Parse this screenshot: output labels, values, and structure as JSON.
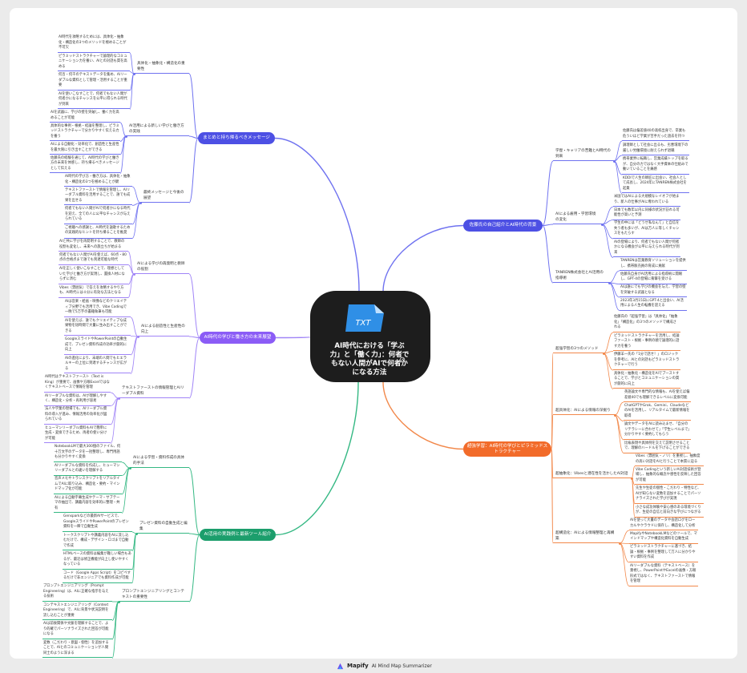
{
  "center": {
    "title": "AI時代における「学ぶ力」と「働く力」：何者でもない人間がAIで何者かになる方法",
    "file_label": "TXT"
  },
  "footer": {
    "brand": "Mapify",
    "tagline": "AI Mind Map Summarizer"
  },
  "colors": {
    "blue": "#4d50e4",
    "purple": "#8b5cf6",
    "green": "#1c9e6c",
    "orange": "#f26b2a",
    "center_bg": "#1d1d1d"
  },
  "branches": [
    {
      "label": "まとめと持ち帰るべきメッセージ",
      "subtopics": [
        {
          "label": "具体化・抽象化・構造化の重要性",
          "leaves": [
            "AI時代を攻略するためには、具体化・抽象化・構造化の3つのメソッドを極めることが不可欠",
            "ピラミッドストラクチャーで論理的なコミュニケーション力を養い、AIとの対話も質を高める",
            "何百・何千のテキストデータを集め、AIリーダブルな資料として管理・活用することが重要",
            "AIを使いこなすことで、何者でもない人間が何者かになるチャンスを公平に得られる時代が到来"
          ]
        },
        {
          "label": "AI活用による新しい学びと働き方の実践",
          "leaves": [
            "AIを武器に、学びの壁を突破し、働く力を高めることが可能",
            "具体的な事例・根拠・結論を整理し、ピラミッドストラクチャーで分かりやすく伝える力を養う",
            "AIによる自動化・効率化で、創造性と生産性を最大限に引き出すことができる",
            "佐藤氏の経験を通じて、AI時代の学びと働き方の未来を体感し、持ち帰るべきメッセージとして伝える"
          ]
        },
        {
          "label": "最終メッセージと今後の展望",
          "leaves": [
            "AI時代の学び方・働き方は、具体化・抽象化・構造化の3つを極めることが鍵",
            "テキストファーストで情報を管理し、AIリーダブル資料を活用することで、誰でも成果を出せる",
            "何者でもない人間がAIで何者かになる時代を迎え、全ての人に公平なチャンスが与えられている",
            "ご視聴への感謝と、AI時代を謳歌するための実践的なヒントを持ち帰ることを推奨"
          ]
        }
      ]
    },
    {
      "label": "AI時代の学びと働き方の未来展望",
      "subtopics": [
        {
          "label": "AIによる学びの再発明と教師の役割",
          "leaves": [
            "AIと共に学びを再発明することで、教師の役割も変化し、未来への旅立ちが始まる",
            "何者でもない人間がAIを使えば、60点・80点の合格点まで誰でも到達可能な時代",
            "AIを正しく使いこなすことで、理想としていた学びと働き方が実現し、置換人材にならずに済む",
            "Vibes（雰囲気）で答えを攻略するやり方も、AI時代には十分に有効な方法となる"
          ]
        },
        {
          "label": "AIによる創造性と生産性の向上",
          "leaves": [
            "AIは音楽・絵画・映像などのクリエイティブ分野でも活用でき、Vibe Codingで一晩で5万字の書籍執筆も可能",
            "AIを使えば、誰でもクリエイティブな成果物を短時間で大量に生み出すことができる",
            "GoogleスライドやPowerPointの自動生成で、プレゼン資料作成の効率が劇的に向上",
            "AIの進化により、末端の人間でもヒエラルキーの上位に到達するチャンスが広がる"
          ]
        },
        {
          "label": "テキストファーストの情報管理とAIリーダブル資料",
          "leaves": [
            "AI時代はテキストファースト（Text is King）が重要で、画像や方眼Excelではなくテキストベースで情報を管理",
            "AIリーダブルな資料は、AIが理解しやすく、構造化・分析・再利用が容易",
            "法人や学業の現場でも、AIリーダブル資料の導入が進み、情報活用の効率化が図られている",
            "ヒューマンリーダブル資料もAIで簡単に生成・変換できるため、両者の使い分けが可能"
          ]
        }
      ]
    },
    {
      "label": "AI活用の実践例と最新ツール紹介",
      "subtopics": [
        {
          "label": "AIによる学習・資料作成の具体的手法",
          "leaves": [
            "NotebookLMで最大300個のファイル、何十万文字のデータを一括整理し、専門用語も分かりやすく変換",
            "AIリーダブルな資料を作成し、ヒューマンリーダブルとの違いを理解する",
            "音声メモやトランスクリプトをリアルタイムでAIに取り込み、構造化・要約・マインドマップ化が可能",
            "AIによる自動字幕生成やテーマ・サブテーマの抽出で、講義内容を効率的に整理・共有"
          ]
        },
        {
          "label": "プレゼン資料の自動生成と編集",
          "leaves": [
            "Gensparkなどの最新AIサービスで、GoogleスライドやPowerPointのプレゼン資料を一瞬で自動生成",
            "トークスクリプトや講義内容をAIに流し込むだけで、構成・デザイン・ロゴまで自動で作成",
            "HTMLベースの資料は編集が難しい場合もあるが、最近は修正機能が向上し使いやすくなっている",
            "コード（Google Apps Script）をコピペするだけで非エンジニアでも資料作成が可能"
          ]
        },
        {
          "label": "プロンプトエンジニアリングとコンテキストの重要性",
          "leaves": [
            "プロンプトエンジニアリング（Prompt Engineering）は、AIに正確な指示を与える技術",
            "コンテキストエンジニアリング（Context Engineering）で、AIに背景や状況説明を流し込むことが重要",
            "AIは前後関係や文脈を理解することで、より的確でパーソナライズされた回答が可能になる",
            "変数（こだわり・意図・個性）を追加することで、AIとのコミュニケーションが人間同士のように深まる"
          ]
        }
      ]
    },
    {
      "label": "佐藤氏の自己紹介とAI時代の背景",
      "subtopics": [
        {
          "label": "学歴・キャリアの苦難とAI時代の到来",
          "leaves": [
            "佐藤氏は偏差値40の高校出身で、卒業も危ういほど学業が苦手だった過去を持つ",
            "調理師として社会に出るも、劣悪環境下の厳しい労働環境に耐えられず退職",
            "携帯業界に転職し、営業成績トップを取るが、自分の力ではなく大手資本の仕組みで動いていることを痛感",
            "KDDIで人生の師匠に出会い、社会人として成長し、2024年にTANREN株式会社を起業"
          ]
        },
        {
          "label": "AIによる雇用・学習環境の変化",
          "leaves": [
            "米国ではAIによる大規模なレイオフが始まり、新人の仕事がAIに奪われている",
            "日本でも数年以内に同様の状況が訪れる可能性が高いと予測",
            "学生の中には「どうせ私なんて」と自信を失う者も多いが、AIは万人に等しくチャンスをもたらす",
            "AIの登場により、何者でもない人間が何者かになる機会が公平に与えられる時代が到来"
          ]
        },
        {
          "label": "TANREN株式会社とAI活用の指導術",
          "leaves": [
            "TANRENは営業教育ソリューションを提供し、携帯販売員の育成に貢献",
            "佐藤氏自身がAI活用による指導術に開眼し、GPT-4の登場に衝撃を受ける",
            "AIは誰にでも学びの機会を与え、学習の壁を突破する武器となる",
            "2023年3月15日にGPT-4と出会い、AI活用による人生の転機を迎える"
          ]
        }
      ]
    },
    {
      "label": "超強学習：AI時代の学びとピラミッドストラクチャー",
      "subtopics": [
        {
          "label": "超強学習の3つのメソッド",
          "leaves": [
            "佐藤氏の「超強学習」は「具体化」「抽象化」「構造化」の3つのメソッドで構成される",
            "ピラミッドストラクチャーを活用し、結論ファースト・根拠・事例の順で論理的に話す力を養う",
            "伊藤羊一氏の「1分で話せ！」のロジックを参考に、AIとの対話もピラミッドストラクチャーで行う",
            "具体化・抽象化・構造化をAIでブーストすることで、学びとコミュニケーションの質が劇的に向上"
          ]
        },
        {
          "label": "超具体化：AIによる情報の深掘り",
          "leaves": [
            "英語論文や専門的な情報も、AIを使えば偏差値40でも理解できるレベルに変換可能",
            "ChatGPTやGrok、Gemini、ClaudeなどのAIを活用し、リアルタイムで最新情報を取得",
            "論文やデータをAIに読み込ませ、「自分のリテラシーに合わせて」「学生レベルまで」分かりやすく要約してもらう",
            "比喩表現や具体例を交えて説明させることで、理解のハードルを下げることができる"
          ]
        },
        {
          "label": "超抽象化：Vibesと潜在性を活かしたAI対話",
          "leaves": [
            "Vibes（雰囲気・ノリ）を重視し、抽象度の高い対話をAIと行うことで本質に迫る",
            "Vibe Codingという新しいAI対話技術が登場し、抽象的な概念や感性を反映した回答が可能",
            "先生や生徒の個性・こだわり・特性など、AIが知らない変数を追加することでパーソナライズされた学びが実現",
            "小さな成功体験や安心感のある環境づくりが、生徒の自信と前向きな学びにつながる"
          ]
        },
        {
          "label": "超構造化：AIによる情報整理と再構築",
          "leaves": [
            "AIを使って大量のデータや会話ログをローカルやクラウドに保存し、構造化して分析",
            "MapifyやNotebookLMなどのツールで、マインドマップや構造化資料を自動生成",
            "ピラミッドストラクチャーに基づき、結論・根拠・事例を整理して万人に分かりやすい資料を作成",
            "AIリーダブルな資料（テキストベース）を重視し、PowerPointやExcelの画像・方眼形式ではなく、テキストファーストで情報を管理"
          ]
        }
      ]
    }
  ]
}
